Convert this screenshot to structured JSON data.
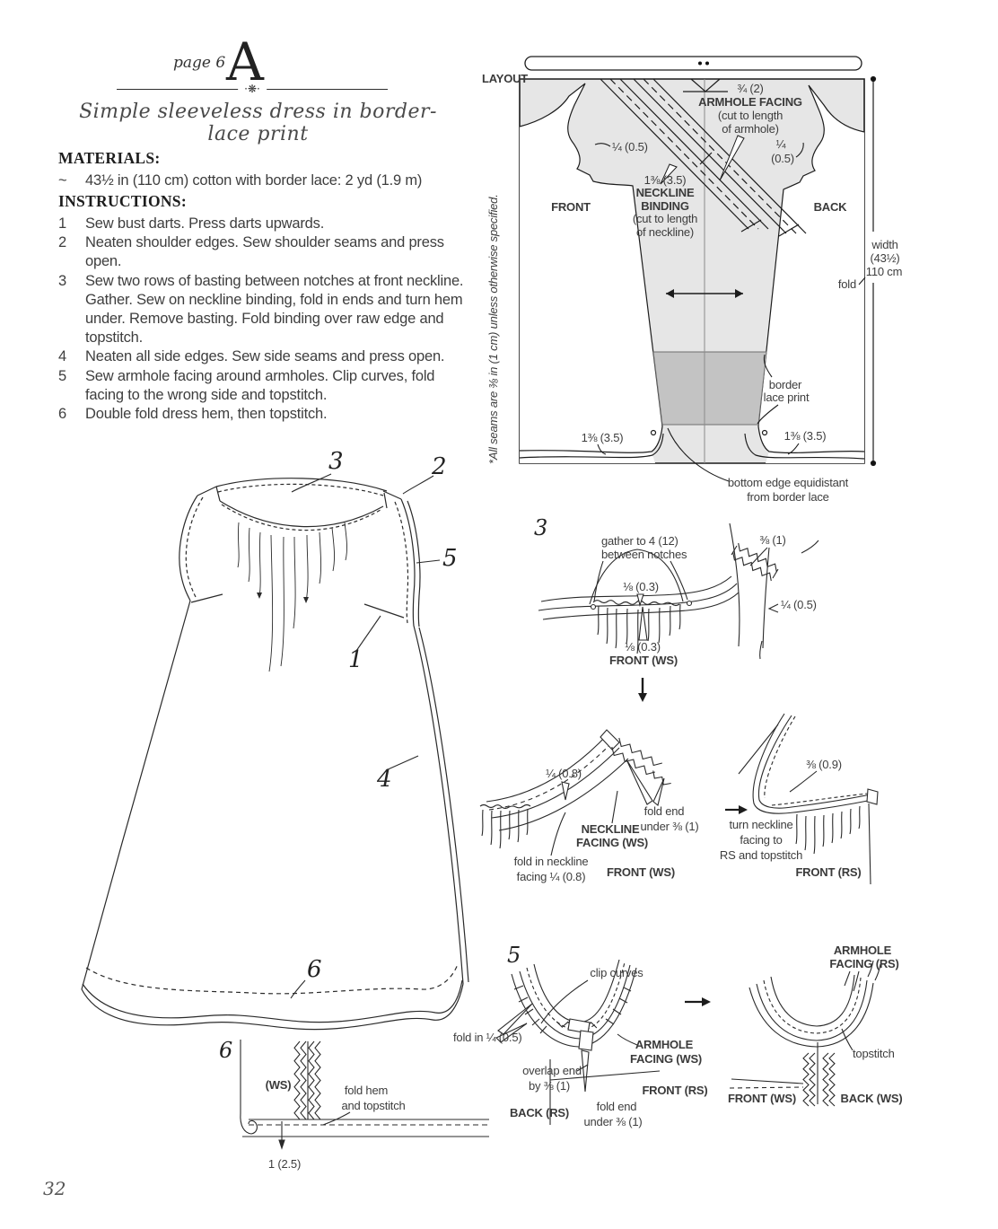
{
  "header": {
    "page_label": "page 6",
    "drop_cap": "A",
    "ornament": "·❋·",
    "title": "Simple sleeveless dress in border-lace print"
  },
  "materials": {
    "heading": "MATERIALS:",
    "bullet": "~",
    "text": "43½ in (110 cm) cotton with border lace: 2 yd (1.9 m)"
  },
  "instructions": {
    "heading": "INSTRUCTIONS:",
    "items": [
      {
        "num": "1",
        "text": "Sew bust darts. Press darts upwards."
      },
      {
        "num": "2",
        "text": "Neaten shoulder edges. Sew shoulder seams and press open."
      },
      {
        "num": "3",
        "text": "Sew two rows of basting between notches at front neckline. Gather. Sew on neckline binding, fold in ends and turn hem under. Remove basting. Fold binding over raw edge and topstitch."
      },
      {
        "num": "4",
        "text": "Neaten all side edges. Sew side seams and press open."
      },
      {
        "num": "5",
        "text": "Sew armhole facing around armholes. Clip curves, fold facing to the wrong side and topstitch."
      },
      {
        "num": "6",
        "text": "Double fold dress hem, then topstitch."
      }
    ]
  },
  "layout": {
    "label": "LAYOUT",
    "seam_note": "*All seams are ⅜ in (1 cm) unless otherwise specified.",
    "armhole_size": "¾ (2)",
    "armhole_name": "ARMHOLE FACING",
    "armhole_note_1": "(cut to length",
    "armhole_note_2": "of armhole)",
    "quarter_left": "¼ (0.5)",
    "quarter_right_1": "¼",
    "quarter_right_2": "(0.5)",
    "binding_size": "1⅜ (3.5)",
    "binding_name_1": "NECKLINE",
    "binding_name_2": "BINDING",
    "binding_note_1": "(cut to length",
    "binding_note_2": "of neckline)",
    "front": "FRONT",
    "back": "BACK",
    "width_1": "width",
    "width_2": "(43½)",
    "width_3": "110 cm",
    "fold": "fold",
    "border_lace_1": "border",
    "border_lace_2": "lace print",
    "hem_left": "1⅜ (3.5)",
    "hem_right": "1⅜ (3.5)",
    "bottom_note_1": "bottom edge equidistant",
    "bottom_note_2": "from border lace",
    "gray_fill": "#e6e6e6",
    "band_fill": "#c3c3c3"
  },
  "dress": {
    "c1": "1",
    "c2": "2",
    "c3": "3",
    "c4": "4",
    "c5": "5",
    "c6": "6"
  },
  "step3a": {
    "num": "3",
    "gather_1": "gather to 4 (12)",
    "gather_2": "between notches",
    "seam_top": "⅛ (0.3)",
    "seam_bottom": "⅛ (0.3)",
    "front_ws": "FRONT (WS)",
    "binding_seam": "⅜ (1)",
    "shoulder_seam": "¼ (0.5)"
  },
  "step3b": {
    "seam": "¼ (0.8)",
    "fold_end_1": "fold end",
    "fold_end_2": "under ⅜ (1)",
    "facing_1": "NECKLINE",
    "facing_2": "FACING (WS)",
    "fold_in_1": "fold in neckline",
    "fold_in_2": "facing ¼ (0.8)",
    "front_ws": "FRONT (WS)",
    "turn_1": "turn neckline",
    "turn_2": "facing to",
    "turn_3": "RS and topstitch",
    "topstitch_seam": "⅜ (0.9)",
    "front_rs": "FRONT (RS)"
  },
  "step5": {
    "num": "5",
    "clip": "clip curves",
    "fold_in": "fold in ¼ (0.5)",
    "facing_ws_1": "ARMHOLE",
    "facing_ws_2": "FACING (WS)",
    "overlap_1": "overlap end",
    "overlap_2": "by ⅜ (1)",
    "front_rs": "FRONT (RS)",
    "back_rs": "BACK (RS)",
    "fold_end_1": "fold end",
    "fold_end_2": "under ⅜ (1)",
    "facing_rs_1": "ARMHOLE",
    "facing_rs_2": "FACING (RS)",
    "topstitch": "topstitch",
    "front_ws": "FRONT (WS)",
    "back_ws": "BACK (WS)"
  },
  "step6": {
    "num": "6",
    "ws": "(WS)",
    "fold_1": "fold hem",
    "fold_2": "and topstitch",
    "depth": "1 (2.5)"
  },
  "page": {
    "number": "32"
  }
}
